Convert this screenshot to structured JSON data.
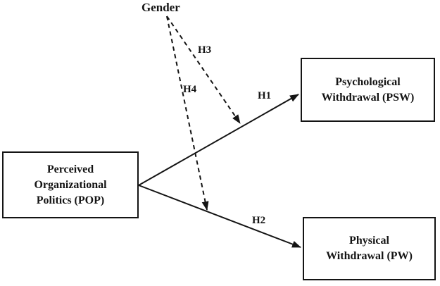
{
  "figure": {
    "background_color": "#ffffff",
    "ink_color": "#141414",
    "type": "conceptual-moderation-model"
  },
  "moderator_label": "Gender",
  "boxes": {
    "pop": {
      "lines": [
        "Perceived",
        "Organizational",
        "Politics (POP)"
      ]
    },
    "psw": {
      "lines": [
        "Psychological",
        "Withdrawal (PSW)"
      ]
    },
    "pw": {
      "lines": [
        "Physical",
        "Withdrawal (PW)"
      ]
    }
  },
  "edges": [
    {
      "label": "H1",
      "from": "Perceived Organizational Politics (POP)",
      "to": "Psychological Withdrawal (PSW)",
      "style": "solid"
    },
    {
      "label": "H2",
      "from": "Perceived Organizational Politics (POP)",
      "to": "Physical Withdrawal (PW)",
      "style": "solid"
    },
    {
      "label": "H3",
      "from": "Gender",
      "to": "H1 path",
      "style": "dashed"
    },
    {
      "label": "H4",
      "from": "Gender",
      "to": "H2 path",
      "style": "dashed"
    }
  ]
}
